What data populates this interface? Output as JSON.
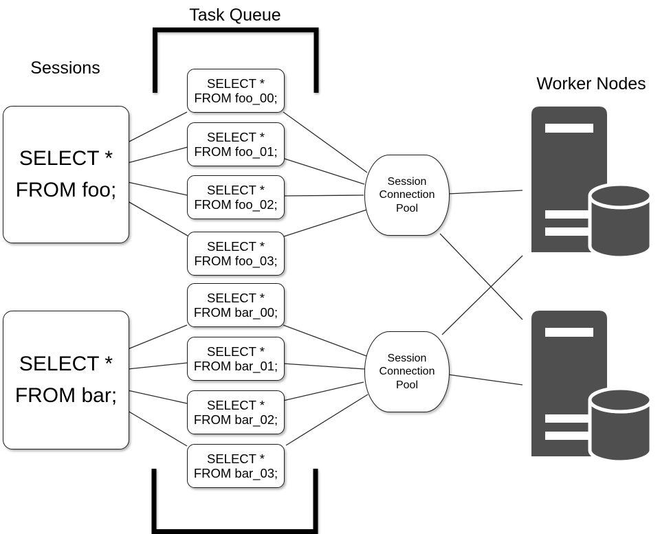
{
  "colors": {
    "background": "#ffffff",
    "border": "#1a1a1a",
    "edge": "#2b2b2b",
    "bracket": "#000000",
    "icon": "#4f4f4f"
  },
  "headings": {
    "task_queue": "Task Queue",
    "sessions": "Sessions",
    "worker_nodes": "Worker Nodes"
  },
  "session_boxes": [
    {
      "line1": "SELECT *",
      "line2": "FROM foo;"
    },
    {
      "line1": "SELECT *",
      "line2": "FROM bar;"
    }
  ],
  "task_boxes": [
    {
      "line1": "SELECT *",
      "line2": "FROM foo_00;"
    },
    {
      "line1": "SELECT *",
      "line2": "FROM foo_01;"
    },
    {
      "line1": "SELECT *",
      "line2": "FROM foo_02;"
    },
    {
      "line1": "SELECT *",
      "line2": "FROM foo_03;"
    },
    {
      "line1": "SELECT *",
      "line2": "FROM bar_00;"
    },
    {
      "line1": "SELECT *",
      "line2": "FROM bar_01;"
    },
    {
      "line1": "SELECT *",
      "line2": "FROM bar_02;"
    },
    {
      "line1": "SELECT *",
      "line2": "FROM bar_03;"
    }
  ],
  "pool_boxes": [
    {
      "line1": "Session",
      "line2": "Connection",
      "line3": "Pool"
    },
    {
      "line1": "Session",
      "line2": "Connection",
      "line3": "Pool"
    }
  ],
  "worker_nodes": [
    {
      "icon": "server-with-database-icon"
    },
    {
      "icon": "server-with-database-icon"
    }
  ]
}
